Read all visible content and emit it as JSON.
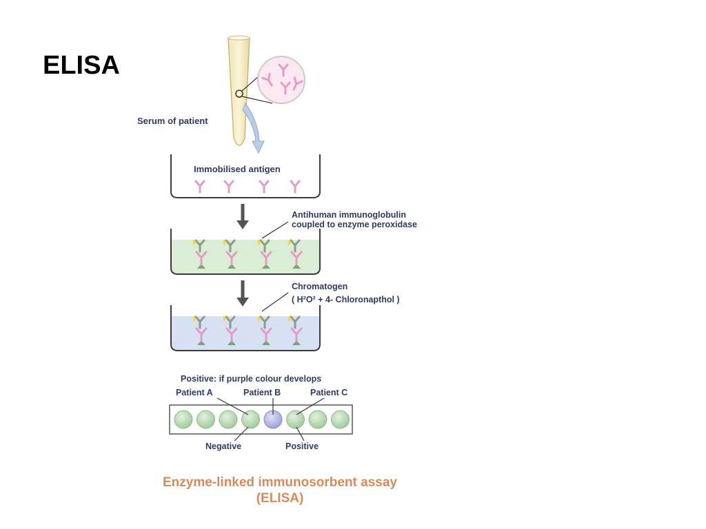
{
  "slide": {
    "title": "ELISA"
  },
  "diagram": {
    "serum_label": "Serum of patient",
    "immobilised_label": "Immobilised antigen",
    "antihuman_label_line1": "Antihuman immunoglobulin",
    "antihuman_label_line2": "coupled to enzyme peroxidase",
    "chromatogen_label_line1": "Chromatogen",
    "chromatogen_label_line2": "( H²O² + 4- Chloronapthol )",
    "positive_note": "Positive: if purple colour develops",
    "patient_a": "Patient A",
    "patient_b": "Patient B",
    "patient_c": "Patient C",
    "negative_label": "Negative",
    "positive_label": "Positive",
    "caption_line1": "Enzyme-linked immunosorbent assay",
    "caption_line2": "(ELISA)",
    "well_results": [
      "negative",
      "negative",
      "negative",
      "negative",
      "positive",
      "negative",
      "negative",
      "negative"
    ],
    "colors": {
      "negative_well": "#a8d4a8",
      "positive_well": "#a9a9e0",
      "outline": "#3a3a3a",
      "label_text": "#2f3b5c",
      "caption_text": "#d68a5a",
      "antibody_pink": "#e79ac7",
      "antibody_green": "#7fa07f",
      "enzyme_yellow": "#f2d45a",
      "solution_green": "#d9eed4",
      "solution_blue": "#d6e2f3"
    }
  }
}
